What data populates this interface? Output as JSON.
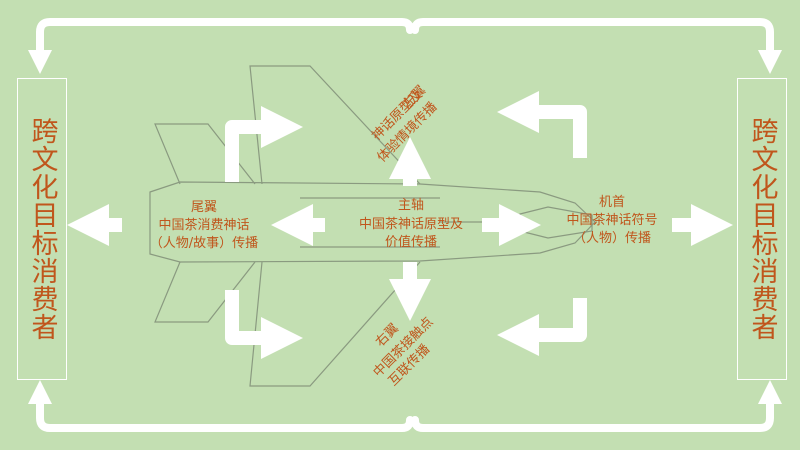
{
  "target_box_left": "跨文化目标消费者",
  "target_box_right": "跨文化目标消费者",
  "nodes": {
    "left_wing": [
      "左翼",
      "神话原型及",
      "体验情境传播"
    ],
    "right_wing": [
      "右翼",
      "中国茶接触点",
      "互联传播"
    ],
    "main_axis": [
      "主轴",
      "中国茶神话原型及",
      "价值传播"
    ],
    "tail_wing": [
      "尾翼",
      "中国茶消费神话",
      "（人物/故事）传播"
    ],
    "nose": [
      "机首",
      "中国茶神话符号",
      "（人物）传播"
    ]
  },
  "colors": {
    "background": "#c3dfb2",
    "text": "#c0561c",
    "arrows": "#ffffff",
    "aircraft_outline": "#8a9a80"
  }
}
